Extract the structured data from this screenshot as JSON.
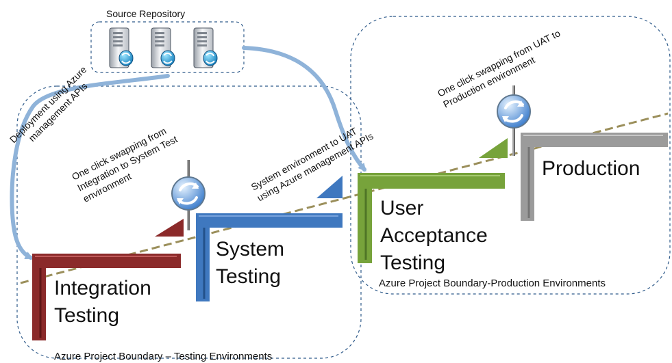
{
  "source_repository": {
    "title": "Source Repository",
    "server_icons": [
      "server-database-icon",
      "server-database-icon",
      "server-database-icon"
    ]
  },
  "annotations": {
    "deployment": [
      "Deployment using Azure",
      "management APIs"
    ],
    "integration_to_system": [
      "One click swapping from",
      "Integration to System Test",
      "environment"
    ],
    "system_to_uat": [
      "System environment to UAT",
      "using Azure management APIs"
    ],
    "uat_to_production": [
      "One click swapping from UAT to",
      "Production environment"
    ]
  },
  "stages": {
    "integration": {
      "lines": [
        "Integration",
        "Testing"
      ],
      "color": "#8b2a2a"
    },
    "system": {
      "lines": [
        "System",
        "Testing"
      ],
      "color": "#3f78bf"
    },
    "uat": {
      "lines": [
        "User",
        "Acceptance",
        "Testing"
      ],
      "color": "#77a33b"
    },
    "production": {
      "lines": [
        "Production"
      ],
      "color": "#9b9b9b"
    }
  },
  "boundaries": {
    "testing": "Azure Project Boundary – Testing Environments",
    "production": "Azure Project Boundary-Production Environments"
  },
  "colors": {
    "arrow": "#8fb3d9",
    "dashed_trend": "#9b8f5b",
    "boundary": "#2e5a8a"
  },
  "icons": {
    "swap": "swap-arrows-icon"
  }
}
